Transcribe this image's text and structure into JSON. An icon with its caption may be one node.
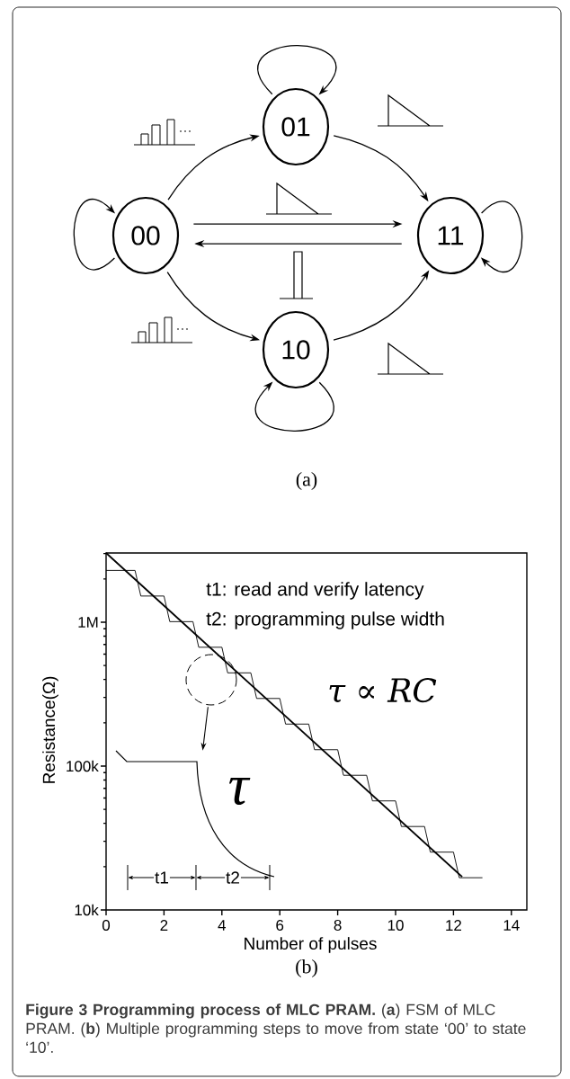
{
  "diagram": {
    "caption": "**Figure 3 Programming process of MLC PRAM.** (**a**) FSM of MLC PRAM. (**b**) Multiple programming steps to move from state ‘00’ to state ‘10’.",
    "nodes": [
      {
        "text": [
          "01"
        ]
      },
      {
        "text": [
          "00"
        ]
      },
      {
        "text": [
          "11"
        ]
      },
      {
        "text": [
          "10"
        ]
      },
      {
        "text": [],
        "shape": "circle"
      },
      {
        "text": [],
        "shape": "picture"
      }
    ],
    "edges": [
      {
        "from": 0,
        "to": 0,
        "arrow": "to"
      },
      {
        "from": 1,
        "to": 0,
        "arrow": "to"
      },
      {
        "from": 1,
        "to": 1,
        "arrow": "to"
      },
      {
        "from": 1,
        "to": 2,
        "arrow": "to"
      },
      {
        "from": 2,
        "to": 1,
        "arrow": "to"
      },
      {
        "from": 0,
        "to": 2,
        "arrow": "to"
      },
      {
        "from": 2,
        "to": 2,
        "arrow": "to"
      },
      {
        "from": 1,
        "to": 3,
        "arrow": "to"
      },
      {
        "from": 3,
        "to": 2,
        "arrow": "to"
      },
      {
        "from": 3,
        "to": 3,
        "arrow": "to"
      },
      {
        "from": 4,
        "to": 5,
        "arrow": "to"
      }
    ],
    "labels": [
      "(a)",
      "t1: read and verify latency",
      "t2: programming pulse width",
      "τ ∝ RC",
      "1M",
      "Resistance(Ω)",
      "100k",
      "τ",
      "t1",
      "t2",
      "10k",
      "0",
      "2",
      "4",
      "6",
      "8",
      "10",
      "12",
      "14",
      "Number of pulses",
      "(b)"
    ]
  }
}
